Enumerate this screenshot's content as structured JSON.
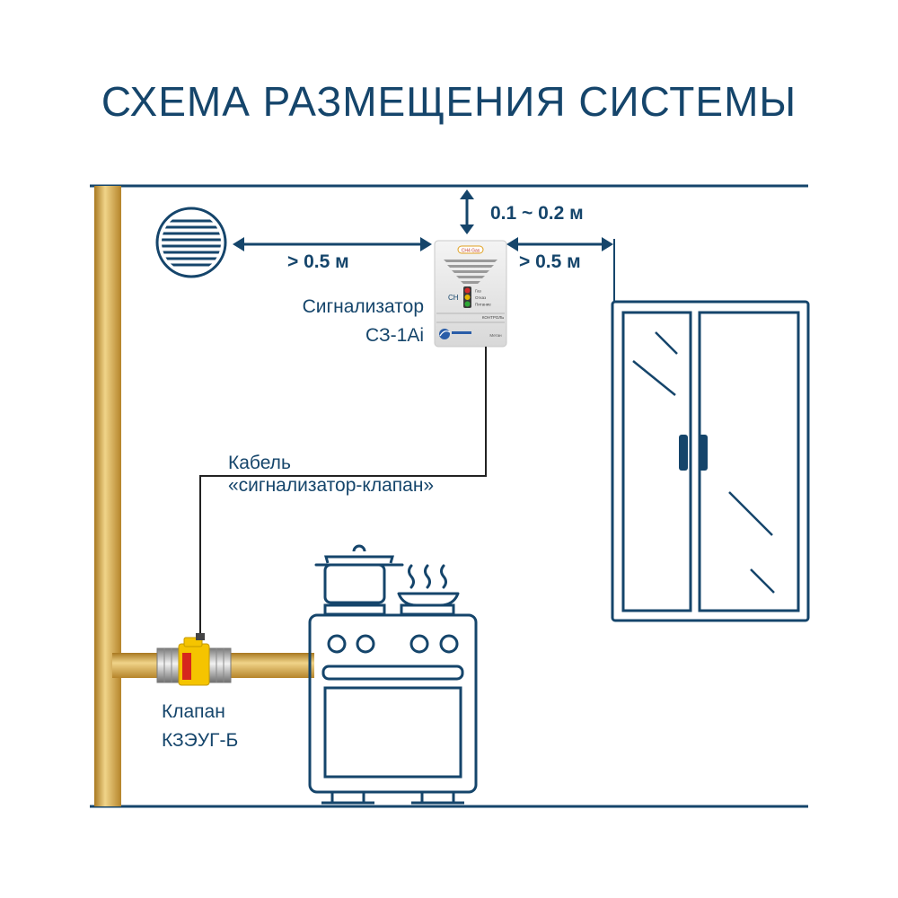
{
  "title": "СХЕМА РАЗМЕЩЕНИЯ СИСТЕМЫ",
  "dimensions": {
    "ceiling": "0.1 ~ 0.2 м",
    "vent": "> 0.5 м",
    "window": "> 0.5 м"
  },
  "detector": {
    "label_line1": "Сигнализатор",
    "label_line2": "СЗ-1Аi",
    "panel_ch": "CH",
    "indicators": [
      "Газ",
      "Отказ",
      "Питание"
    ],
    "button": "КОНТРОЛЬ",
    "badge": "CH4 Gas",
    "model_text": "Метан"
  },
  "cable": {
    "label_line1": "Кабель",
    "label_line2": "«сигнализатор-клапан»"
  },
  "valve": {
    "label_line1": "Клапан",
    "label_line2": "КЗЭУГ-Б"
  },
  "colors": {
    "line": "#15456b",
    "pipe": "#c99a2e",
    "pipe_light": "#f0d489",
    "valve_body": "#f5c400",
    "valve_red": "#d6261d",
    "led_red": "#d62b2b",
    "led_yellow": "#e6b800",
    "led_green": "#2ea836"
  }
}
